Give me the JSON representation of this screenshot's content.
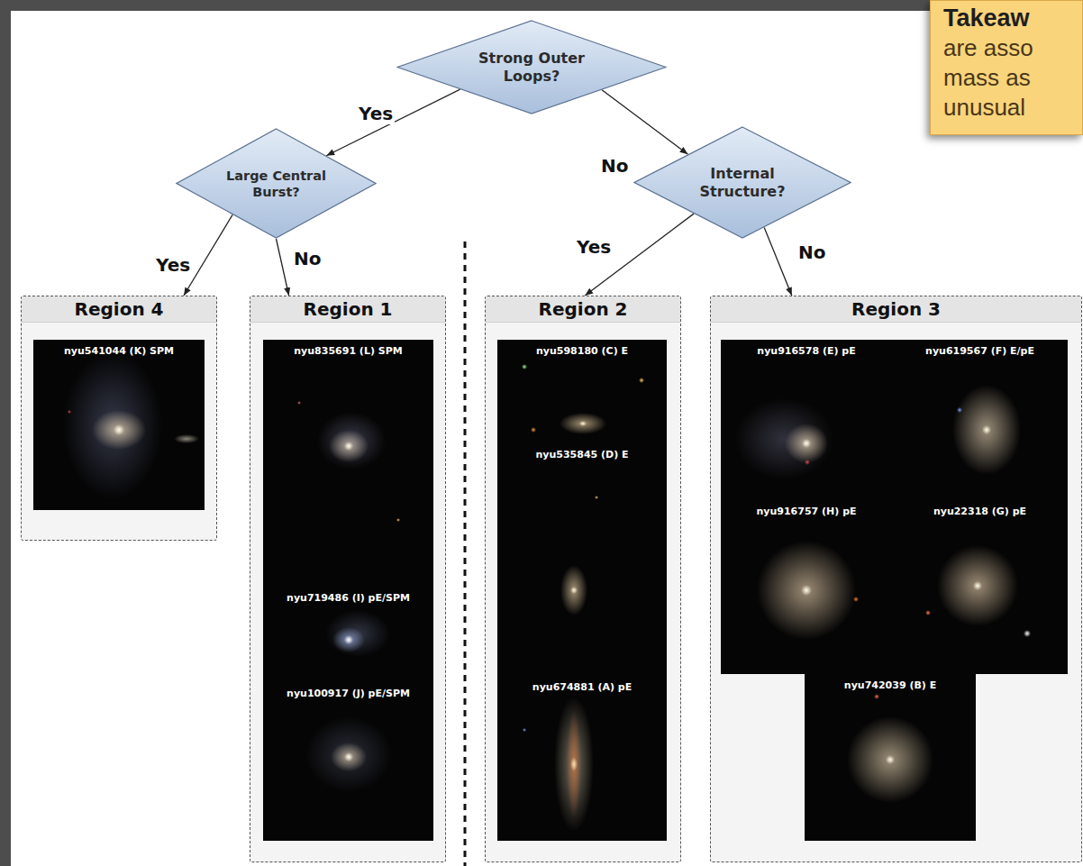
{
  "diagram": {
    "nodes": [
      {
        "text": [
          "Strong Outer Loops?"
        ]
      },
      {
        "text": [
          "Large Central Burst?"
        ]
      },
      {
        "text": [
          "Internal Structure?"
        ]
      },
      {
        "text": [
          "Region 4"
        ]
      },
      {
        "text": [
          "Region 1"
        ]
      },
      {
        "text": [
          "Region 2"
        ]
      },
      {
        "text": [
          "Region 3"
        ]
      },
      {
        "text": [
          "nyu541044 (K) SPM"
        ],
        "in": 3
      },
      {
        "text": [
          "nyu835691 (L) SPM"
        ],
        "in": 4
      },
      {
        "text": [
          "nyu719486 (I) pE/SPM"
        ],
        "in": 4
      },
      {
        "text": [
          "nyu100917 (J) pE/SPM"
        ],
        "in": 4
      },
      {
        "text": [
          "nyu598180 (C) E"
        ],
        "in": 5
      },
      {
        "text": [
          "nyu535845 (D) E"
        ],
        "in": 5
      },
      {
        "text": [
          "nyu674881 (A) pE"
        ],
        "in": 5
      },
      {
        "text": [
          "nyu916578 (E) pE"
        ],
        "in": 6
      },
      {
        "text": [
          "nyu619567 (F) E/pE"
        ],
        "in": 6
      },
      {
        "text": [
          "nyu916757 (H) pE"
        ],
        "in": 6
      },
      {
        "text": [
          "nyu22318 (G) pE"
        ],
        "in": 6
      },
      {
        "text": [
          "nyu742039 (B) E"
        ],
        "in": 6
      },
      {
        "text": [
          "Takeaw",
          "are asso mass as unusual"
        ]
      }
    ],
    "edges": [
      {
        "from": 0,
        "to": 1,
        "label": "Yes",
        "arrow": "to"
      },
      {
        "from": 0,
        "to": 2,
        "label": "No",
        "arrow": "to"
      },
      {
        "from": 1,
        "to": 3,
        "label": "Yes",
        "arrow": "to"
      },
      {
        "from": 1,
        "to": 4,
        "label": "No",
        "arrow": "to"
      },
      {
        "from": 2,
        "to": 5,
        "label": "Yes",
        "arrow": "to"
      },
      {
        "from": 2,
        "to": 6,
        "label": "No",
        "arrow": "to"
      }
    ]
  }
}
